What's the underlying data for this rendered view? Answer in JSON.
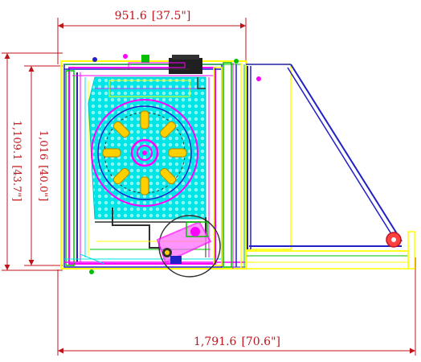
{
  "dimensions": {
    "top_width": {
      "metric": "951.6",
      "imperial": "[37.5\"]"
    },
    "bottom_width": {
      "metric": "1,791.6",
      "imperial": "[70.6\"]"
    },
    "outer_height": {
      "metric": "1,109.1",
      "imperial": "[43.7\"]"
    },
    "inner_height": {
      "metric": "1,016",
      "imperial": "[40.0\"]"
    }
  },
  "colors": {
    "dimension": "#c0141c",
    "housing": "#ff00ff",
    "panel": "#ffff00",
    "frame": "#00c000",
    "mesh": "#00e0e0",
    "hood": "#2020c8",
    "fan": "#ffd000",
    "hub": "#e000e0",
    "motor": "#303030"
  }
}
